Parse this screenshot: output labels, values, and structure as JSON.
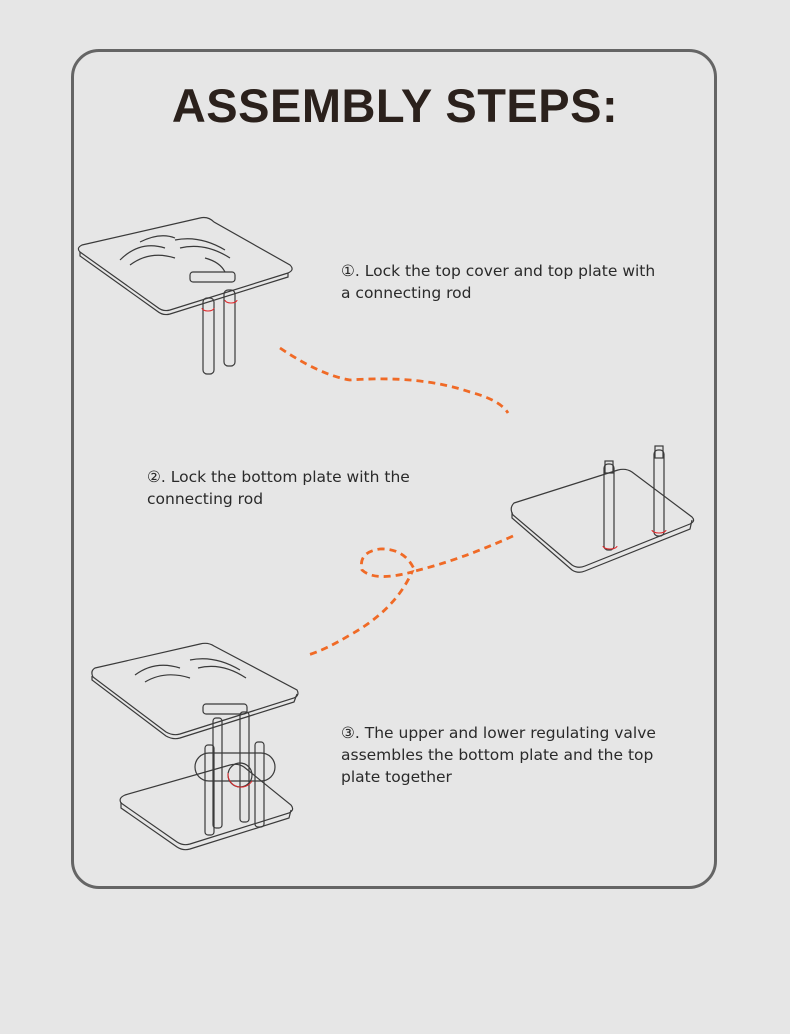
{
  "title": "ASSEMBLY STEPS:",
  "steps": [
    {
      "number": "①",
      "text": "①. Lock the top cover and top plate with a connecting rod",
      "illustration": "top-plate-with-two-rods"
    },
    {
      "number": "②",
      "text": "②. Lock the bottom plate with the connecting rod",
      "illustration": "bottom-plate-with-two-rods"
    },
    {
      "number": "③",
      "text": "③. The upper and lower regulating valve assembles the bottom plate and the top plate together",
      "illustration": "assembled-stand-with-valve"
    }
  ],
  "colors": {
    "background": "#e6e6e6",
    "frame_border": "#656565",
    "title": "#2b211c",
    "dashed_path": "#f06a26",
    "rotation_arrow": "#e0292c",
    "line_art": "#3a3a3a"
  }
}
